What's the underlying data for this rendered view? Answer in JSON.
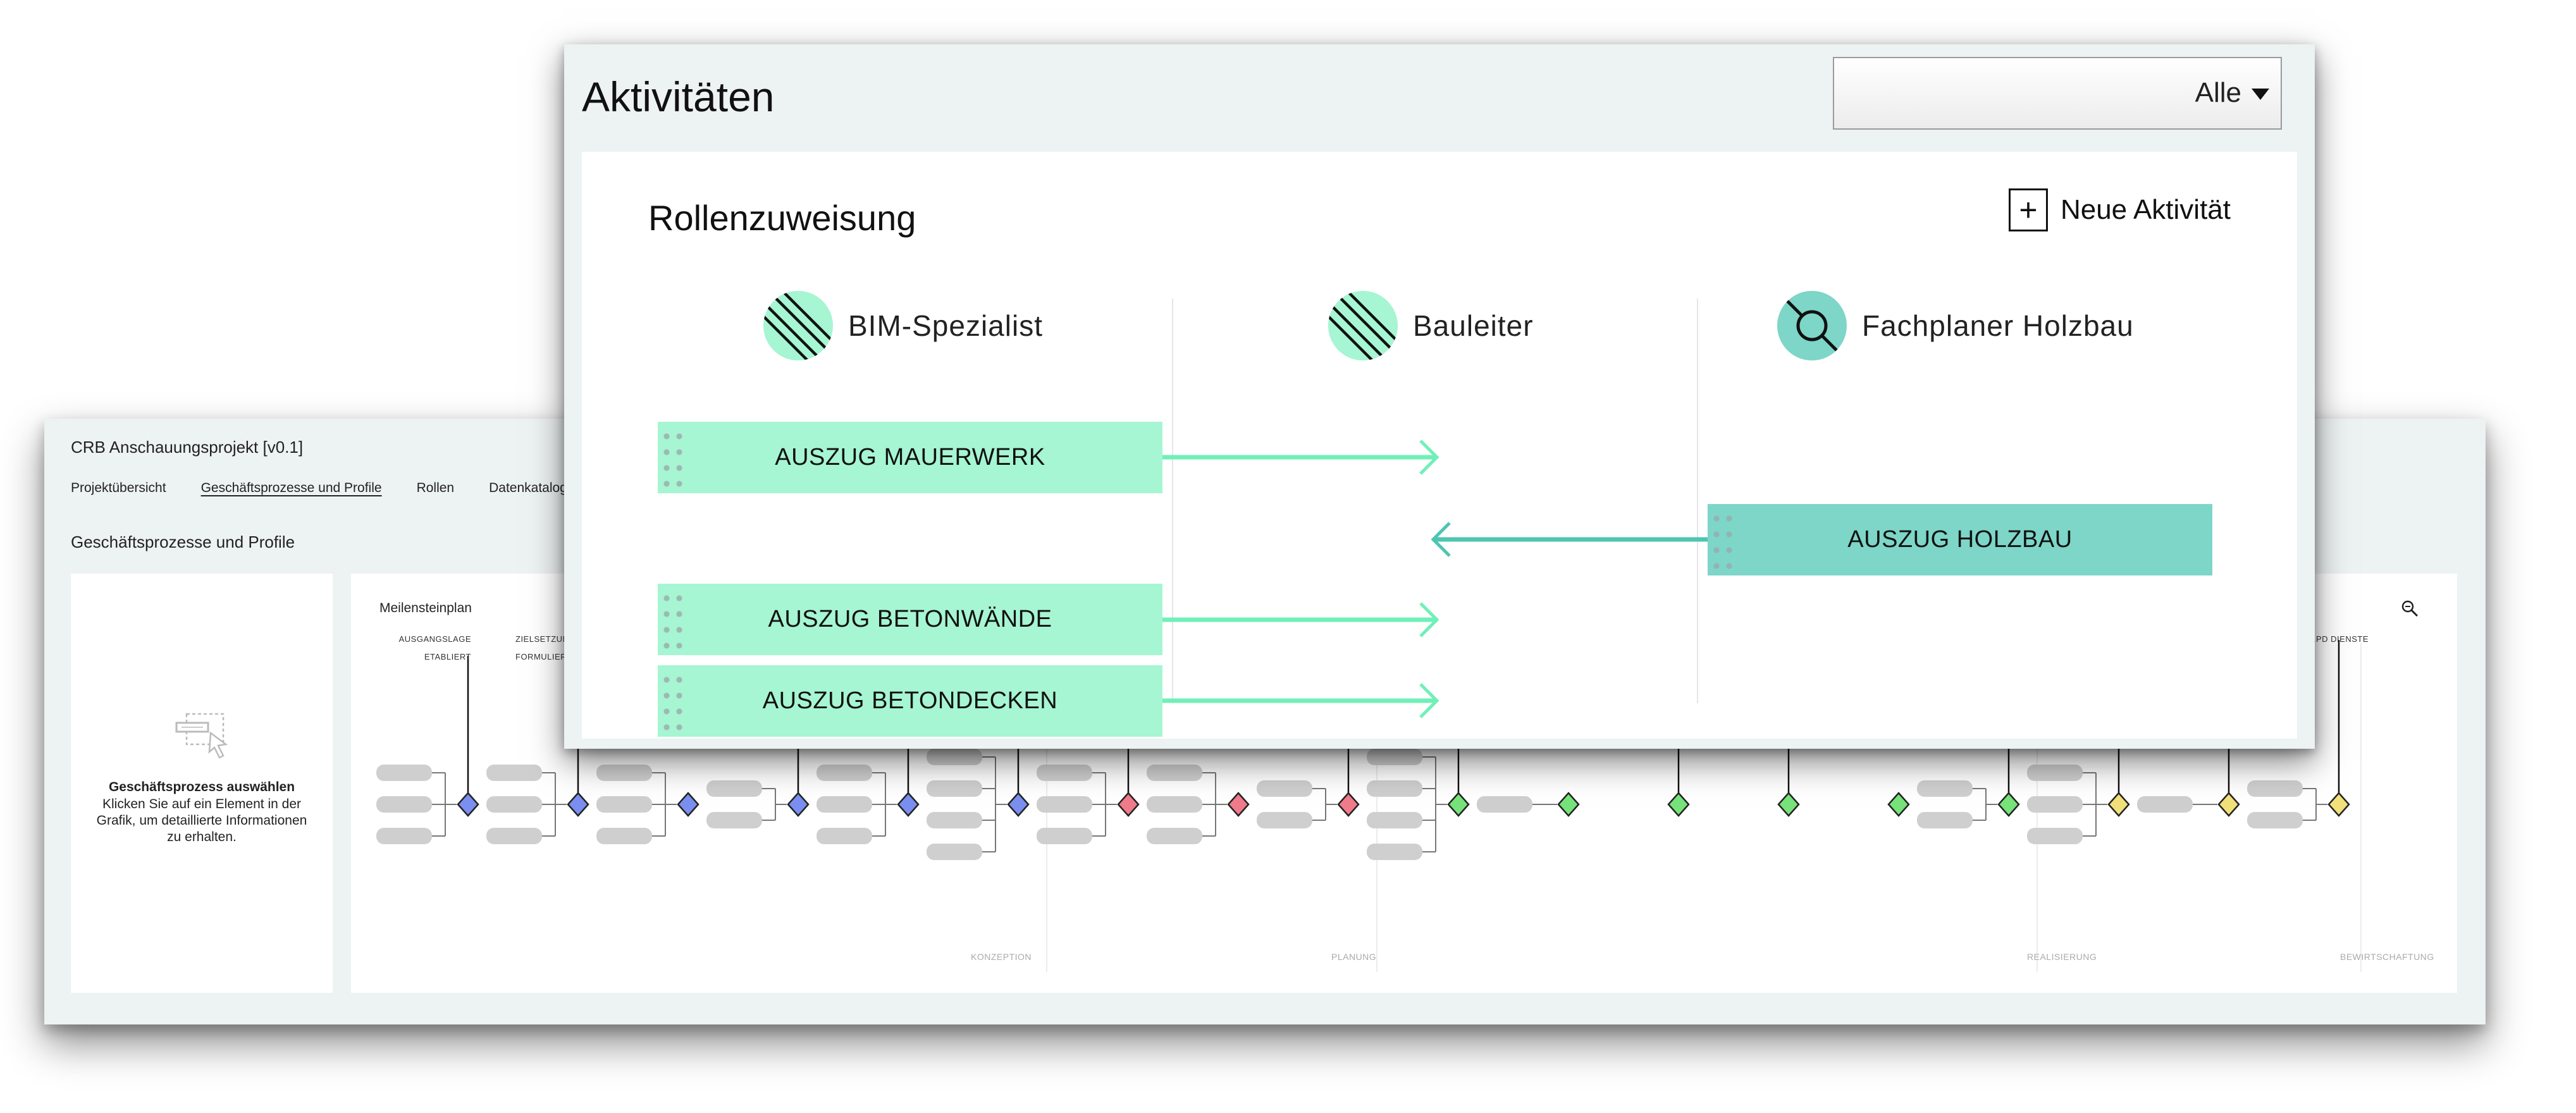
{
  "background_window": {
    "title": "CRB Anschauungsprojekt [v0.1]",
    "nav": [
      {
        "label": "Projektübersicht",
        "active": false
      },
      {
        "label": "Geschäftsprozesse und Profile",
        "active": true
      },
      {
        "label": "Rollen",
        "active": false
      },
      {
        "label": "Datenkatalog",
        "active": false
      }
    ],
    "section_title": "Geschäftsprozesse und Profile",
    "left_card": {
      "icon": "select-element-icon",
      "title": "Geschäftsprozess auswählen",
      "description": "Klicken Sie auf ein Element in der Grafik, um detaillierte Informationen zu erhalten."
    },
    "milestone_plan": {
      "title": "Meilensteinplan",
      "zoom_icon": "zoom-in-icon",
      "milestone_labels": [
        {
          "line1": "AUSGANGSLAGE",
          "line2": "ETABLIERT"
        },
        {
          "line1": "ZIELSETZUNG",
          "line2": "FORMULIERT"
        },
        {
          "line1": "...PD DIENSTE",
          "line2": ""
        }
      ],
      "phases": [
        {
          "label": "KONZEPTION",
          "color": "#7b8ff0"
        },
        {
          "label": "PLANUNG",
          "color": "#f07b8a"
        },
        {
          "label": "REALISIERUNG",
          "color": "#77e37a"
        },
        {
          "label": "BEWIRTSCHAFTUNG",
          "color": "#f2e07a"
        }
      ],
      "milestones": [
        {
          "phase": 0,
          "inputs": 3
        },
        {
          "phase": 0,
          "inputs": 3
        },
        {
          "phase": 0,
          "inputs": 3
        },
        {
          "phase": 0,
          "inputs": 2
        },
        {
          "phase": 0,
          "inputs": 3
        },
        {
          "phase": 0,
          "inputs": 4
        },
        {
          "phase": 1,
          "inputs": 3
        },
        {
          "phase": 1,
          "inputs": 3
        },
        {
          "phase": 1,
          "inputs": 2
        },
        {
          "phase": 2,
          "inputs": 4
        },
        {
          "phase": 2,
          "inputs": 1
        },
        {
          "phase": 2,
          "inputs": 0
        },
        {
          "phase": 2,
          "inputs": 0
        },
        {
          "phase": 2,
          "inputs": 0
        },
        {
          "phase": 2,
          "inputs": 2
        },
        {
          "phase": 3,
          "inputs": 3
        },
        {
          "phase": 3,
          "inputs": 1
        },
        {
          "phase": 3,
          "inputs": 2
        }
      ]
    }
  },
  "modal": {
    "title": "Aktivitäten",
    "filter": {
      "selected": "Alle"
    },
    "section_title": "Rollenzuweisung",
    "new_activity_label": "Neue Aktivität",
    "roles": [
      {
        "name": "BIM-Spezialist",
        "icon": "striped-circle-icon",
        "color": "#a6f5d3"
      },
      {
        "name": "Bauleiter",
        "icon": "striped-circle-icon",
        "color": "#a6f5d3"
      },
      {
        "name": "Fachplaner Holzbau",
        "icon": "magnifier-circle-icon",
        "color": "#7dd6c8"
      }
    ],
    "activities": [
      {
        "label": "AUSZUG MAUERWERK",
        "from": "BIM-Spezialist",
        "to": "Bauleiter",
        "color": "#a6f5d3",
        "arrow_color": "#6ff0b8"
      },
      {
        "label": "AUSZUG HOLZBAU",
        "from": "Fachplaner Holzbau",
        "to": "Bauleiter",
        "color": "#7dd6c8",
        "arrow_color": "#4cc5b1"
      },
      {
        "label": "AUSZUG BETONWÄNDE",
        "from": "BIM-Spezialist",
        "to": "Bauleiter",
        "color": "#a6f5d3",
        "arrow_color": "#6ff0b8"
      },
      {
        "label": "AUSZUG BETONDECKEN",
        "from": "BIM-Spezialist",
        "to": "Bauleiter",
        "color": "#a6f5d3",
        "arrow_color": "#6ff0b8"
      }
    ]
  }
}
